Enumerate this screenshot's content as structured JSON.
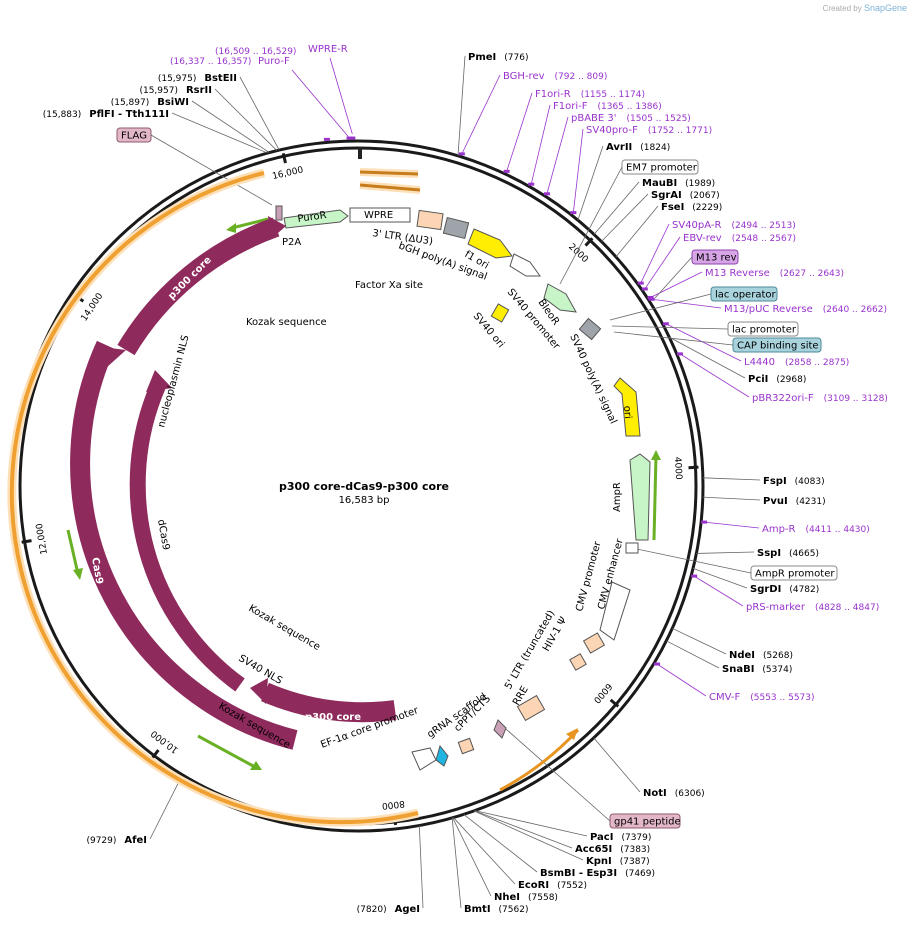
{
  "credit": {
    "prefix": "Created by",
    "brand": "SnapGene"
  },
  "title": "p300 core-dCas9-p300 core",
  "subtitle": "16,583 bp",
  "ticks": [
    {
      "label": "16,000",
      "bp": 16000
    },
    {
      "label": "2000",
      "bp": 2000
    },
    {
      "label": "4000",
      "bp": 4000
    },
    {
      "label": "6000",
      "bp": 6000
    },
    {
      "label": "8000",
      "bp": 8000
    },
    {
      "label": "10,000",
      "bp": 10000
    },
    {
      "label": "12,000",
      "bp": 12000
    },
    {
      "label": "14,000",
      "bp": 14000
    }
  ],
  "sites": [
    {
      "name": "PmeI",
      "pos": "(776)",
      "side": "R",
      "bp": 776
    },
    {
      "name": "AvrII",
      "pos": "(1824)",
      "side": "R",
      "bp": 1824
    },
    {
      "name": "MauBI",
      "pos": "(1989)",
      "side": "R",
      "bp": 1989
    },
    {
      "name": "SgrAI",
      "pos": "(2067)",
      "side": "R",
      "bp": 2067
    },
    {
      "name": "FseI",
      "pos": "(2229)",
      "side": "R",
      "bp": 2229
    },
    {
      "name": "PciI",
      "pos": "(2968)",
      "side": "R",
      "bp": 2968
    },
    {
      "name": "FspI",
      "pos": "(4083)",
      "side": "R",
      "bp": 4083
    },
    {
      "name": "PvuI",
      "pos": "(4231)",
      "side": "R",
      "bp": 4231
    },
    {
      "name": "SspI",
      "pos": "(4665)",
      "side": "R",
      "bp": 4665
    },
    {
      "name": "SgrDI",
      "pos": "(4782)",
      "side": "R",
      "bp": 4782
    },
    {
      "name": "NdeI",
      "pos": "(5268)",
      "side": "R",
      "bp": 5268
    },
    {
      "name": "SnaBI",
      "pos": "(5374)",
      "side": "R",
      "bp": 5374
    },
    {
      "name": "NotI",
      "pos": "(6306)",
      "side": "R",
      "bp": 6306
    },
    {
      "name": "PacI",
      "pos": "(7379)",
      "side": "R",
      "bp": 7379
    },
    {
      "name": "Acc65I",
      "pos": "(7383)",
      "side": "R",
      "bp": 7383
    },
    {
      "name": "KpnI",
      "pos": "(7387)",
      "side": "R",
      "bp": 7387
    },
    {
      "name": "BsmBI - Esp3I",
      "pos": "(7469)",
      "side": "R",
      "bp": 7469
    },
    {
      "name": "EcoRI",
      "pos": "(7552)",
      "side": "R",
      "bp": 7552
    },
    {
      "name": "NheI",
      "pos": "(7558)",
      "side": "R",
      "bp": 7558
    },
    {
      "name": "BmtI",
      "pos": "(7562)",
      "side": "R",
      "bp": 7562
    },
    {
      "name": "AgeI",
      "pos": "(7820)",
      "side": "L",
      "bp": 7820
    },
    {
      "name": "AfeI",
      "pos": "(9729)",
      "side": "L",
      "bp": 9729
    },
    {
      "name": "PflFI - Tth111I",
      "pos": "(15,883)",
      "side": "L",
      "bp": 15883
    },
    {
      "name": "BsiWI",
      "pos": "(15,897)",
      "side": "L",
      "bp": 15897
    },
    {
      "name": "RsrII",
      "pos": "(15,957)",
      "side": "L",
      "bp": 15957
    },
    {
      "name": "BstEII",
      "pos": "(15,975)",
      "side": "L",
      "bp": 15975
    }
  ],
  "primers": [
    {
      "name": "WPRE-R",
      "pos": "",
      "bp": 16540
    },
    {
      "name": "Puro-F",
      "pos": "(16,509 .. 16,529)",
      "bp": 16519
    },
    {
      "name": "",
      "pos": "(16,337 .. 16,357)",
      "bp": 16347
    },
    {
      "name": "BGH-rev",
      "pos": "(792 .. 809)",
      "bp": 800
    },
    {
      "name": "F1ori-R",
      "pos": "(1155 .. 1174)",
      "bp": 1165
    },
    {
      "name": "F1ori-F",
      "pos": "(1365 .. 1386)",
      "bp": 1375
    },
    {
      "name": "pBABE 3'",
      "pos": "(1505 .. 1525)",
      "bp": 1515
    },
    {
      "name": "SV40pro-F",
      "pos": "(1752 .. 1771)",
      "bp": 1761
    },
    {
      "name": "SV40pA-R",
      "pos": "(2494 .. 2513)",
      "bp": 2503
    },
    {
      "name": "EBV-rev",
      "pos": "(2548 .. 2567)",
      "bp": 2557
    },
    {
      "name": "M13 Reverse",
      "pos": "(2627 .. 2643)",
      "bp": 2635
    },
    {
      "name": "M13/pUC Reverse",
      "pos": "(2640 .. 2662)",
      "bp": 2651
    },
    {
      "name": "L4440",
      "pos": "(2858 .. 2875)",
      "bp": 2866
    },
    {
      "name": "pBR322ori-F",
      "pos": "(3109 .. 3128)",
      "bp": 3118
    },
    {
      "name": "Amp-R",
      "pos": "(4411 .. 4430)",
      "bp": 4420
    },
    {
      "name": "pRS-marker",
      "pos": "(4828 .. 4847)",
      "bp": 4837
    },
    {
      "name": "CMV-F",
      "pos": "(5553 .. 5573)",
      "bp": 5563
    }
  ],
  "boxed_labels": [
    {
      "name": "FLAG",
      "style": "pink"
    },
    {
      "name": "EM7 promoter",
      "style": "white"
    },
    {
      "name": "M13 rev",
      "style": "purple"
    },
    {
      "name": "lac operator",
      "style": "teal"
    },
    {
      "name": "lac promoter",
      "style": "white"
    },
    {
      "name": "CAP binding site",
      "style": "teal"
    },
    {
      "name": "AmpR promoter",
      "style": "white"
    },
    {
      "name": "gp41 peptide",
      "style": "pink"
    }
  ],
  "features": [
    "PuroR",
    "P2A",
    "WPRE",
    "3' LTR (ΔU3)",
    "bGH poly(A) signal",
    "f1 ori",
    "Factor Xa site",
    "SV40 promoter",
    "BleoR",
    "SV40 ori",
    "SV40 poly(A) signal",
    "ori",
    "AmpR",
    "CMV enhancer",
    "CMV promoter",
    "HIV-1 Ψ",
    "5' LTR (truncated)",
    "RRE",
    "cPPT/CTS",
    "gRNA scaffold",
    "EF-1α core promoter",
    "p300 core",
    "Kozak sequence",
    "SV40 NLS",
    "dCas9",
    "Cas9",
    "nucleoplasmin NLS",
    "p300 core",
    "Kozak sequence",
    "Kozak sequence"
  ],
  "colors": {
    "p300": "#8e2a5c",
    "orange": "#f0a030",
    "green": "#6ab024",
    "lightgreen": "#c8f5c8",
    "yellow": "#ffee00",
    "peach": "#fcd6b4",
    "gray": "#9fa4ab",
    "cyan": "#1fb5e0",
    "primer": "#9933cc",
    "backbone": "#1a1a1a"
  }
}
